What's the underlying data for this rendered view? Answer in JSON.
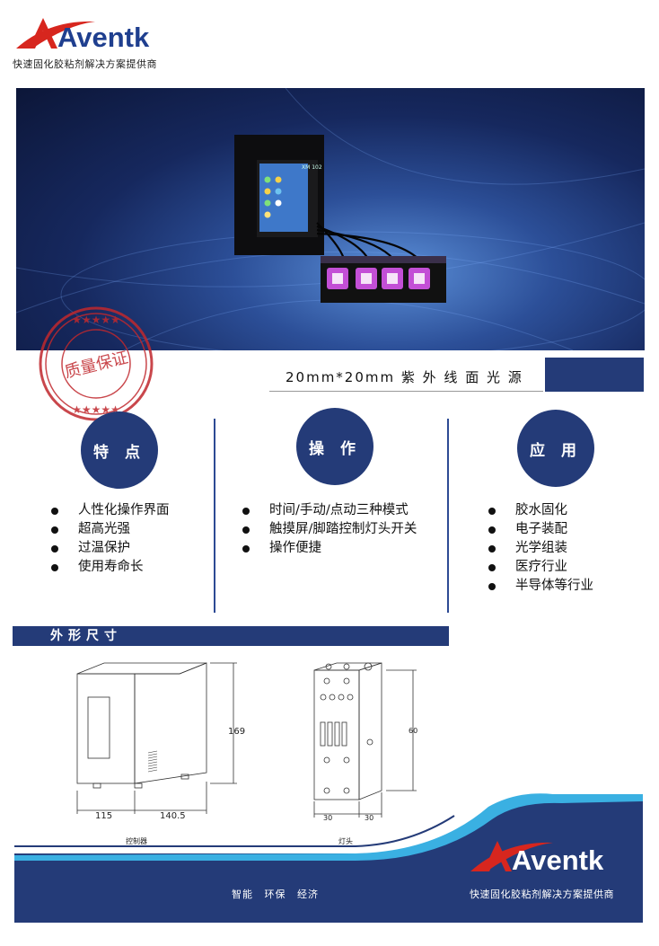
{
  "brand": {
    "logo_text": "Aventk",
    "tagline": "快速固化胶粘剂解决方案提供商"
  },
  "hero": {
    "device_label": "XM 102"
  },
  "stamp": {
    "text": "质量保证"
  },
  "product": {
    "title": "20mm*20mm 紫 外 线 面 光 源"
  },
  "sections": [
    {
      "heading": "特 点",
      "items": [
        "人性化操作界面",
        "超高光强",
        "过温保护",
        "使用寿命长"
      ]
    },
    {
      "heading": "操 作",
      "items": [
        "时间/手动/点动三种模式",
        "触摸屏/脚踏控制灯头开关",
        "操作便捷"
      ]
    },
    {
      "heading": "应 用",
      "items": [
        "胶水固化",
        "电子装配",
        "光学组装",
        "医疗行业",
        "半导体等行业"
      ]
    }
  ],
  "dimensions": {
    "heading": "外形尺寸",
    "controller": {
      "caption": "控制器",
      "height": "169",
      "depth": "115",
      "width": "140.5"
    },
    "lamp": {
      "caption": "灯头",
      "height": "60",
      "width_a": "30",
      "width_b": "30"
    }
  },
  "footer": {
    "slogan": "智能 环保 经济",
    "logo_text": "Aventk",
    "tagline": "快速固化胶粘剂解决方案提供商"
  },
  "colors": {
    "primary": "#243b78",
    "accent_red": "#d7261e",
    "stamp_red": "#c0282d"
  }
}
